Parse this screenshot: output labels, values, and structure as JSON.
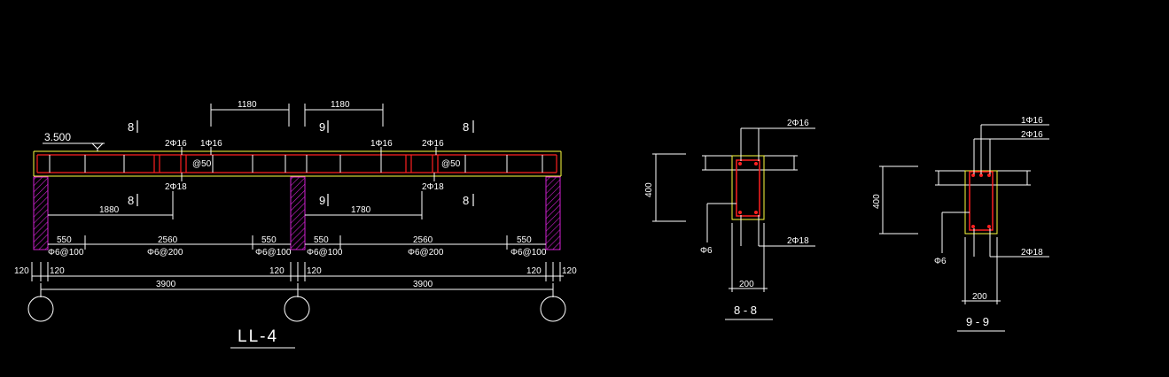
{
  "drawing": {
    "colors": {
      "background": "#000000",
      "line": "#ffffff",
      "rebar": "#ff2020",
      "concrete": "#ffff40",
      "column_hatch": "#d020d0"
    },
    "elevation": {
      "level": "3.500",
      "top_bars": [
        "2Φ16",
        "1Φ16",
        "1Φ16",
        "2Φ16"
      ],
      "bottom_bars": [
        "2Φ18",
        "2Φ18"
      ],
      "bend_spacing": [
        "@50",
        "@50"
      ],
      "cut_length_top": [
        "1180",
        "1180"
      ],
      "cut_length_bottom": [
        "1880",
        "1780"
      ],
      "section_marks": [
        "8",
        "9",
        "8",
        "8",
        "9",
        "8"
      ],
      "stirrup_zones": [
        "550",
        "2560",
        "550",
        "550",
        "2560",
        "550"
      ],
      "stirrups": [
        "Φ6@100",
        "Φ6@200",
        "Φ6@100",
        "Φ6@100",
        "Φ6@200",
        "Φ6@100"
      ],
      "column_offsets": [
        "120",
        "120",
        "120",
        "120",
        "120",
        "120"
      ],
      "spans": [
        "3900",
        "3900"
      ],
      "title": "LL-4"
    },
    "section_8": {
      "top_bar": "2Φ16",
      "bottom_bar": "2Φ18",
      "height": "400",
      "width": "200",
      "stirrup": "Φ6",
      "title": "8 - 8"
    },
    "section_9": {
      "top_bar_1": "1Φ16",
      "top_bar_2": "2Φ16",
      "bottom_bar": "2Φ18",
      "height": "400",
      "width": "200",
      "stirrup": "Φ6",
      "title": "9 - 9"
    }
  }
}
